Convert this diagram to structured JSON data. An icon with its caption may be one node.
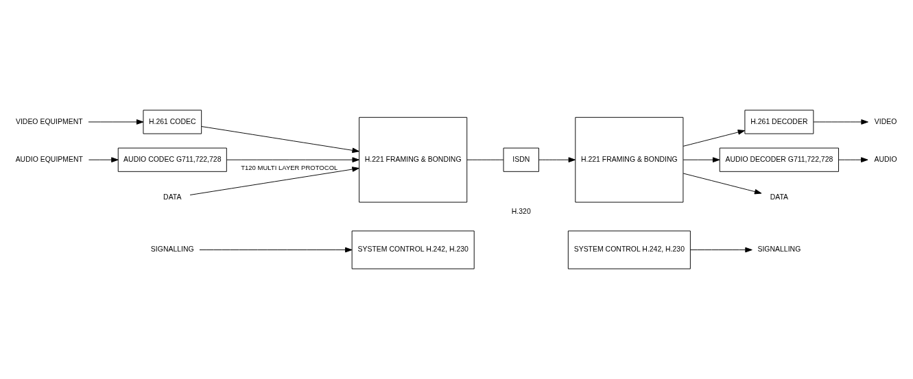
{
  "diagram": {
    "nodes": [
      {
        "text": [
          "VIDEO EQUIPMENT"
        ]
      },
      {
        "text": [
          "H.261 CODEC"
        ]
      },
      {
        "text": [
          "AUDIO EQUIPMENT"
        ]
      },
      {
        "text": [
          "AUDIO CODEC G711,722,728"
        ]
      },
      {
        "text": [
          "DATA"
        ]
      },
      {
        "text": [
          "SIGNALLING"
        ]
      },
      {
        "text": [
          "H.221 FRAMING & BONDING"
        ]
      },
      {
        "text": [
          "SYSTEM CONTROL H.242, H.230"
        ]
      },
      {
        "text": [
          "ISDN"
        ]
      },
      {
        "text": [
          "H.221 FRAMING & BONDING"
        ]
      },
      {
        "text": [
          "SYSTEM CONTROL H.242, H.230"
        ]
      },
      {
        "text": [
          "H.261 DECODER"
        ]
      },
      {
        "text": [
          "AUDIO DECODER G711,722,728"
        ]
      },
      {
        "text": [
          "VIDEO"
        ]
      },
      {
        "text": [
          "AUDIO"
        ]
      },
      {
        "text": [
          "DATA"
        ]
      },
      {
        "text": [
          "SIGNALLING"
        ]
      }
    ],
    "edges": [
      {
        "from": 0,
        "to": 1,
        "arrow": "to"
      },
      {
        "from": 1,
        "to": 6,
        "arrow": "to"
      },
      {
        "from": 2,
        "to": 3,
        "arrow": "to"
      },
      {
        "from": 3,
        "to": 6,
        "arrow": "to"
      },
      {
        "from": 4,
        "to": 6,
        "arrow": "to",
        "label": "T120 MULTI LAYER PROTOCOL"
      },
      {
        "from": 5,
        "to": 7,
        "arrow": "to"
      },
      {
        "from": 6,
        "to": 8,
        "arrow": "none"
      },
      {
        "from": 8,
        "to": 9,
        "arrow": "to"
      },
      {
        "from": 9,
        "to": 11,
        "arrow": "to"
      },
      {
        "from": 9,
        "to": 12,
        "arrow": "to"
      },
      {
        "from": 9,
        "to": 15,
        "arrow": "to"
      },
      {
        "from": 11,
        "to": 13,
        "arrow": "to"
      },
      {
        "from": 12,
        "to": 14,
        "arrow": "to"
      },
      {
        "from": 10,
        "to": 16,
        "arrow": "to"
      }
    ],
    "labels": [
      "H.320"
    ]
  }
}
